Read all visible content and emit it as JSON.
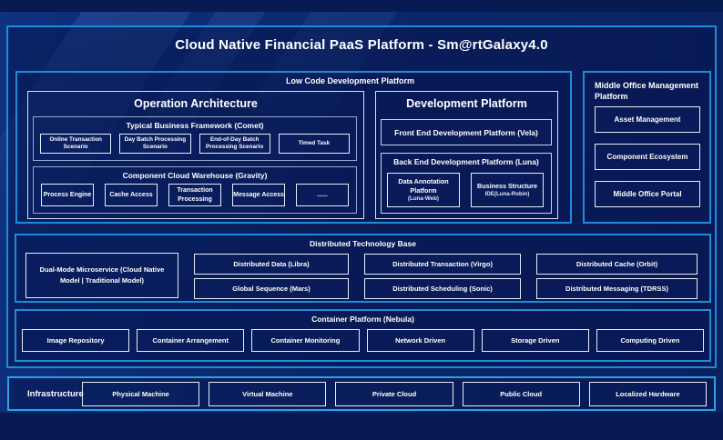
{
  "page": {
    "title": "Cloud Native Financial PaaS Platform - Sm@rtGalaxy4.0"
  },
  "colors": {
    "background": "#081A52",
    "panel_fill": "#0A2368",
    "accent_border": "#1F8CD8",
    "infrastructure_border": "#2FA0E2",
    "item_border": "#E6EDF8",
    "text": "#FFFFFF"
  },
  "low_code": {
    "title": "Low Code Development Platform",
    "operation_architecture": {
      "title": "Operation Architecture",
      "comet": {
        "title": "Typical Business Framework (Comet)",
        "items": [
          "Online Transaction Scenario",
          "Day Batch Processing Scenario",
          "End-of-Day Batch Processing Scenario",
          "Timed Task"
        ]
      },
      "gravity": {
        "title": "Component Cloud Warehouse (Gravity)",
        "items": [
          "Process Engine",
          "Cache Access",
          "Transaction Processing",
          "Message Access",
          "......"
        ]
      }
    },
    "development_platform": {
      "title": "Development Platform",
      "front_end": "Front End Development Platform (Vela)",
      "back_end": {
        "title": "Back End Development Platform (Luna)",
        "items": [
          {
            "name": "Data Annotation Platform",
            "sub": "(Luna-Web)"
          },
          {
            "name": "Business Structure",
            "sub": "IDE(Luna-Robin)"
          }
        ]
      }
    }
  },
  "middle_office": {
    "title": "Middle Office Management Platform",
    "items": [
      "Asset Management",
      "Component Ecosystem",
      "Middle Office Portal"
    ]
  },
  "distributed_base": {
    "title": "Distributed Technology Base",
    "dual_mode": "Dual-Mode Microservice (Cloud Native Model | Traditional Model)",
    "items": [
      "Distributed Data (Libra)",
      "Global Sequence (Mars)",
      "Distributed Transaction (Virgo)",
      "Distributed Scheduling (Sonic)",
      "Distributed Cache (Orbit)",
      "Distributed Messaging (TDRSS)"
    ]
  },
  "container_platform": {
    "title": "Container Platform (Nebula)",
    "items": [
      "Image Repository",
      "Container Arrangement",
      "Container Monitoring",
      "Network Driven",
      "Storage Driven",
      "Computing Driven"
    ]
  },
  "infrastructure": {
    "title": "Infrastructure",
    "items": [
      "Physical Machine",
      "Virtual Machine",
      "Private Cloud",
      "Public Cloud",
      "Localized Hardware"
    ]
  }
}
